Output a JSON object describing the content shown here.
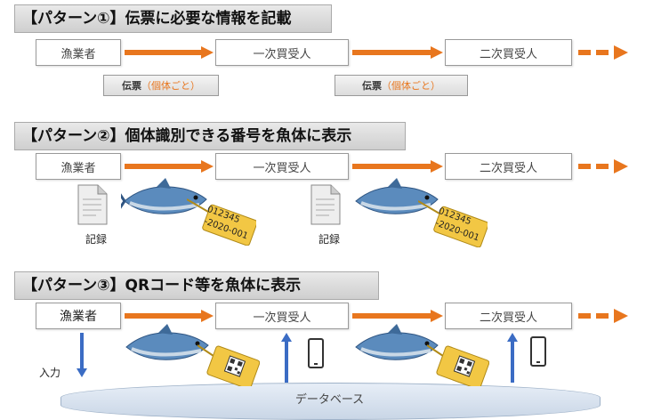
{
  "pattern1": {
    "title": "【パターン①】伝票に必要な情報を記載",
    "actors": [
      "漁業者",
      "一次買受人",
      "二次買受人"
    ],
    "slip_main": "伝票",
    "slip_sub": "（個体ごと）"
  },
  "pattern2": {
    "title": "【パターン②】個体識別できる番号を魚体に表示",
    "actors": [
      "漁業者",
      "一次買受人",
      "二次買受人"
    ],
    "record_label": "記録",
    "tag_line1": "012345",
    "tag_line2_a": "-2020-001",
    "tag_line2_b": "-2020-001"
  },
  "pattern3": {
    "title": "【パターン③】QRコード等を魚体に表示",
    "actors": [
      "漁業者",
      "一次買受人",
      "二次買受人"
    ],
    "input_label": "入力",
    "database_label": "データベース"
  },
  "colors": {
    "arrow": "#e8761e",
    "upload_arrow": "#3b6cc4",
    "tag": "#f2c744"
  }
}
